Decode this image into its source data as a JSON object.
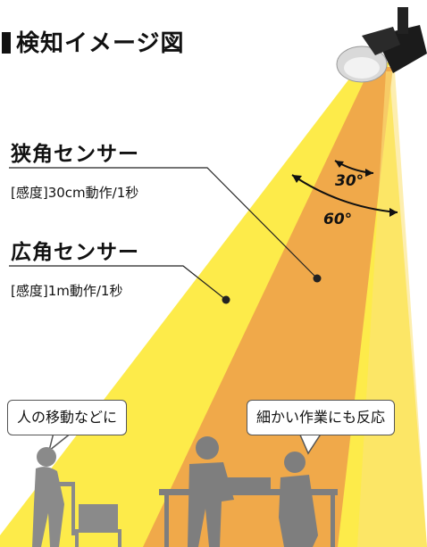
{
  "title": "検知イメージ図",
  "narrow_sensor": {
    "name": "狭角センサー",
    "spec": "[感度]30cm動作/1秒",
    "angle": "30°"
  },
  "wide_sensor": {
    "name": "広角センサー",
    "spec": "[感度]1m動作/1秒",
    "angle": "60°"
  },
  "callouts": {
    "left": "人の移動などに",
    "right": "細かい作業にも反応"
  },
  "colors": {
    "wide_beam": "#fdeb4a",
    "narrow_beam": "#f0a94a",
    "background": "#ffffff",
    "figures": "#8a8a8a"
  }
}
